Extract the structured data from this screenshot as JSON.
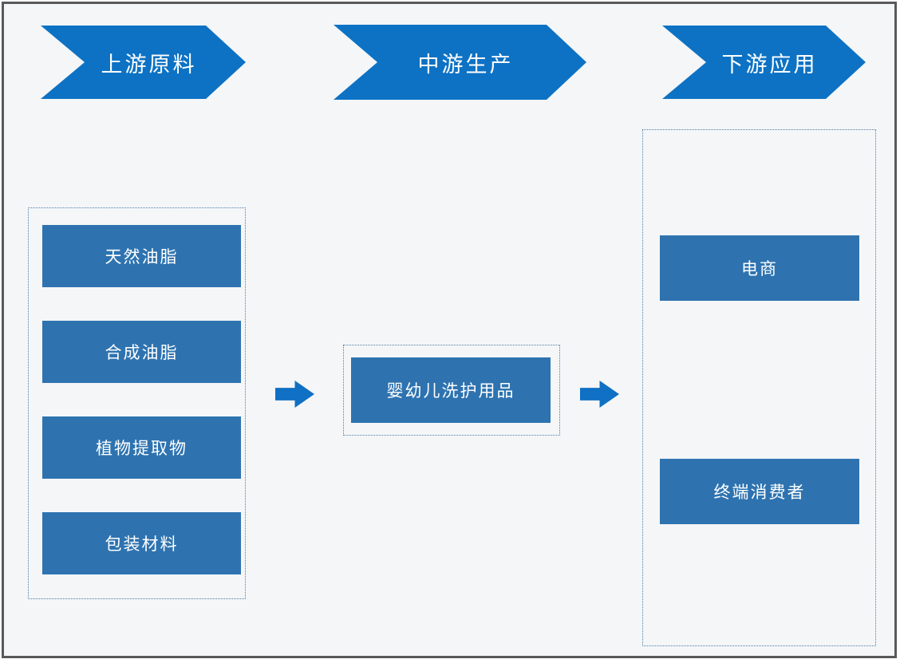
{
  "stages": {
    "upstream": {
      "header": "上游原料",
      "items": [
        "天然油脂",
        "合成油脂",
        "植物提取物",
        "包装材料"
      ]
    },
    "midstream": {
      "header": "中游生产",
      "items": [
        "婴幼儿洗护用品"
      ]
    },
    "downstream": {
      "header": "下游应用",
      "items": [
        "电商",
        "终端消费者"
      ]
    }
  },
  "colors": {
    "background": "#f5f6f8",
    "frame_border": "#595959",
    "chevron_blue": "#0d72c4",
    "box_blue": "#2e73b0",
    "arrow_blue": "#0f70c4",
    "dotted_border": "#4a7da8",
    "text_white": "#ffffff"
  }
}
